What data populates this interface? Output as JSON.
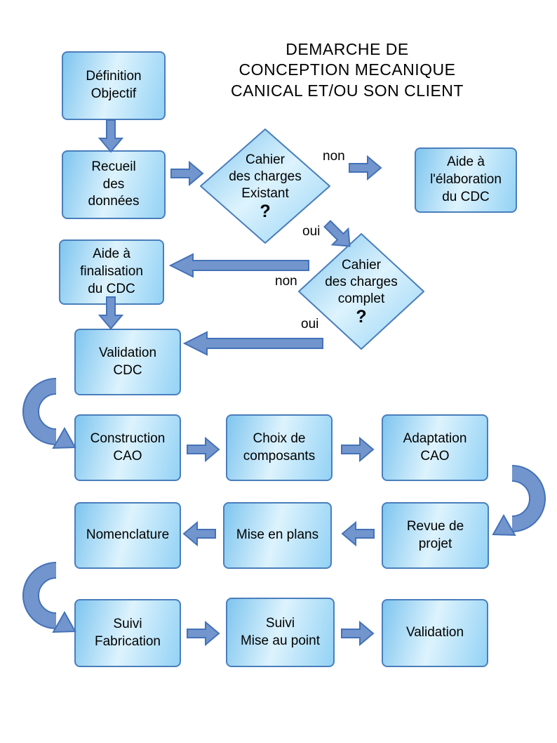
{
  "title": {
    "text": "DEMARCHE DE\nCONCEPTION MECANIQUE\nCANICAL ET/OU SON CLIENT"
  },
  "nodes": {
    "definition_objectif": {
      "label": "Définition\nObjectif"
    },
    "recueil_donnees": {
      "label": "Recueil\ndes\ndonnées"
    },
    "cahier_existant": {
      "label": "Cahier\ndes charges\nExistant",
      "question_mark": "?"
    },
    "aide_elaboration": {
      "label": "Aide à\nl'élaboration\ndu CDC"
    },
    "cahier_complet": {
      "label": "Cahier\ndes charges\ncomplet",
      "question_mark": "?"
    },
    "aide_finalisation": {
      "label": "Aide à\nfinalisation\ndu CDC"
    },
    "validation_cdc": {
      "label": "Validation\nCDC"
    },
    "construction_cao": {
      "label": "Construction\nCAO"
    },
    "choix_composants": {
      "label": "Choix de\ncomposants"
    },
    "adaptation_cao": {
      "label": "Adaptation\nCAO"
    },
    "revue_projet": {
      "label": "Revue de\nprojet"
    },
    "mise_en_plans": {
      "label": "Mise en plans"
    },
    "nomenclature": {
      "label": "Nomenclature"
    },
    "suivi_fabrication": {
      "label": "Suivi\nFabrication"
    },
    "suivi_mise_au_point": {
      "label": "Suivi\nMise au point"
    },
    "validation_finale": {
      "label": "Validation"
    }
  },
  "edge_labels": {
    "existant_non": "non",
    "existant_oui": "oui",
    "complet_non": "non",
    "complet_oui": "oui"
  },
  "colors": {
    "background": "#ffffff",
    "text": "#000000",
    "box_border": "#4a7ebb",
    "box_fill_dark": "#7ec5ef",
    "box_fill_light": "#ddf3fd",
    "box_fill_mid": "#93d2f5",
    "arrow_fill": "#7295cd",
    "arrow_border": "#4472b8"
  }
}
